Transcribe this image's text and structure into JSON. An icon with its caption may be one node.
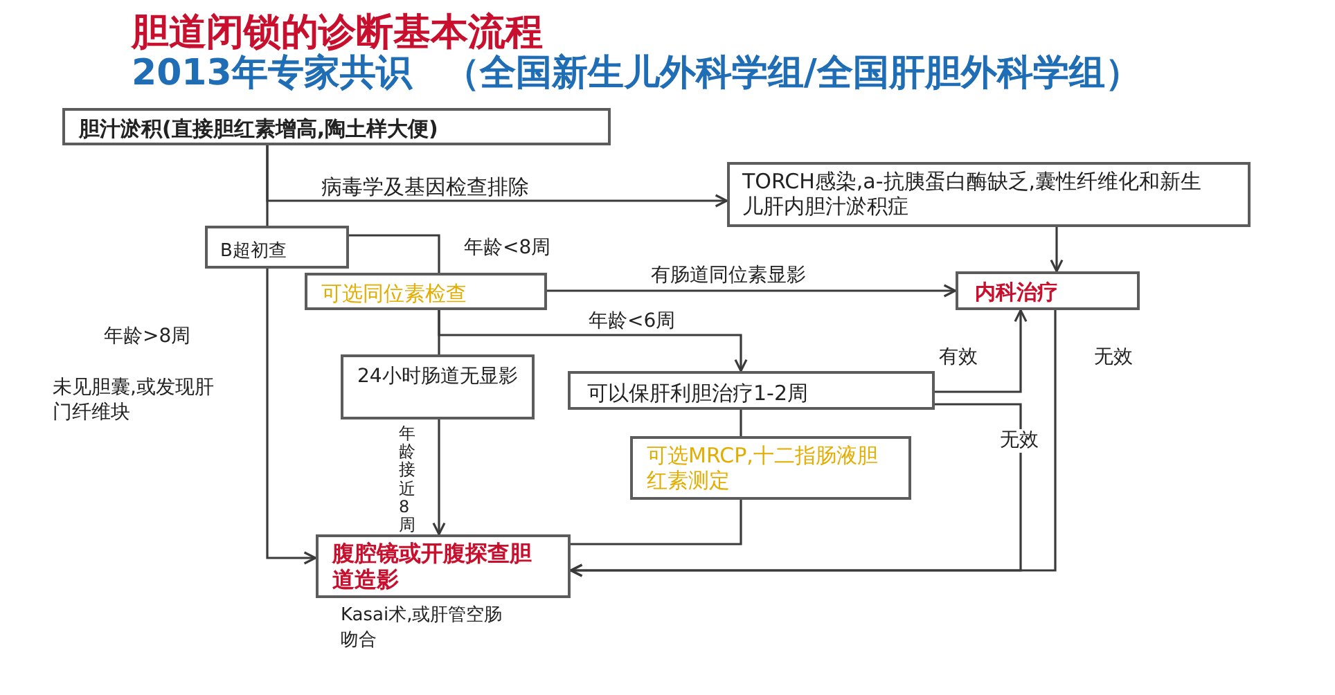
{
  "diagram": {
    "title": "胆道闭锁的诊断基本流程",
    "nodes": [
      {
        "text": [
          "胆汁淤积(直接胆红素增高,陶土样大便)"
        ]
      },
      {
        "text": [
          "TORCH感染,a-抗胰蛋白酶缺乏,囊性纤维化和新生儿肝内胆汁淤积症"
        ]
      },
      {
        "text": [
          "B超初查"
        ]
      },
      {
        "text": [
          "可选同位素检查"
        ]
      },
      {
        "text": [
          "内科治疗"
        ]
      },
      {
        "text": [
          "24小时肠道无显影"
        ]
      },
      {
        "text": [
          "可以保肝利胆治疗1-2周"
        ]
      },
      {
        "text": [
          "可选MRCP,十二指肠液胆红素测定"
        ]
      },
      {
        "text": [
          "腹腔镜或开腹探查胆道造影"
        ],
        "beside": [
          "Kasai术,或肝管空肠吻合"
        ]
      }
    ],
    "edges": [
      {
        "from": 0,
        "to": 1,
        "arrow": "to",
        "label": "病毒学及基因检查排除"
      },
      {
        "from": 0,
        "to": 2,
        "arrow": "none"
      },
      {
        "from": 2,
        "to": 3,
        "arrow": "none",
        "label": "年龄<8周"
      },
      {
        "from": 2,
        "to": 8,
        "arrow": "to",
        "label": "年龄>8周"
      },
      {
        "from": 1,
        "to": 4,
        "arrow": "to"
      },
      {
        "from": 3,
        "to": 4,
        "arrow": "to",
        "label": "有肠道同位素显影"
      },
      {
        "from": 3,
        "to": 5,
        "arrow": "none"
      },
      {
        "from": 3,
        "to": 6,
        "arrow": "to",
        "label": "年龄<6周"
      },
      {
        "from": 5,
        "to": 8,
        "arrow": "to",
        "label": "年龄接近8周"
      },
      {
        "from": 6,
        "to": 4,
        "arrow": "to",
        "label": "有效"
      },
      {
        "from": 6,
        "to": 8,
        "arrow": "to",
        "label": "无效"
      },
      {
        "from": 4,
        "to": 8,
        "arrow": "to",
        "label": "无效"
      },
      {
        "from": 6,
        "to": 7,
        "arrow": "none"
      },
      {
        "from": 7,
        "to": 8,
        "arrow": "none"
      }
    ],
    "labels": [
      "2013年专家共识 （全国新生儿外科学组/全国肝胆外科学组）",
      "未见胆囊,或发现肝门纤维块"
    ]
  }
}
